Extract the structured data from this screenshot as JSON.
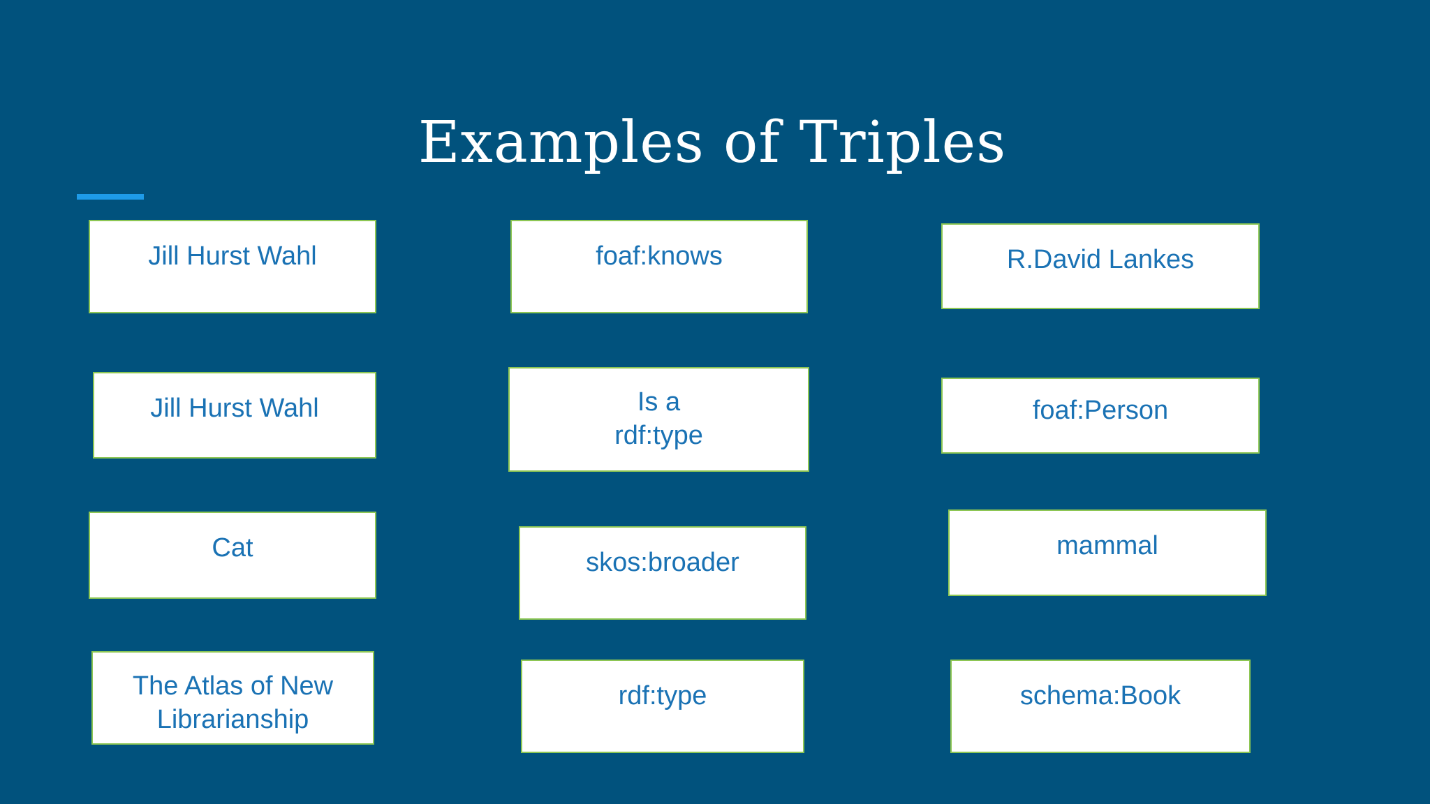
{
  "title": "Examples of Triples",
  "colors": {
    "background": "#01527d",
    "accent": "#1e9be8",
    "box_fill": "#ffffff",
    "box_border": "#8dc653",
    "box_text": "#1a72b4"
  },
  "triples": [
    {
      "subject": {
        "lines": [
          "Jill Hurst Wahl"
        ]
      },
      "predicate": {
        "lines": [
          "foaf:knows"
        ]
      },
      "object": {
        "lines": [
          "R.David Lankes"
        ]
      }
    },
    {
      "subject": {
        "lines": [
          "Jill Hurst Wahl"
        ]
      },
      "predicate": {
        "lines": [
          "Is a",
          "rdf:type"
        ]
      },
      "object": {
        "lines": [
          "foaf:Person"
        ]
      }
    },
    {
      "subject": {
        "lines": [
          "Cat"
        ]
      },
      "predicate": {
        "lines": [
          "skos:broader"
        ]
      },
      "object": {
        "lines": [
          "mammal"
        ]
      }
    },
    {
      "subject": {
        "lines": [
          "The Atlas of New",
          "Librarianship"
        ]
      },
      "predicate": {
        "lines": [
          "rdf:type"
        ]
      },
      "object": {
        "lines": [
          "schema:Book"
        ]
      }
    }
  ]
}
